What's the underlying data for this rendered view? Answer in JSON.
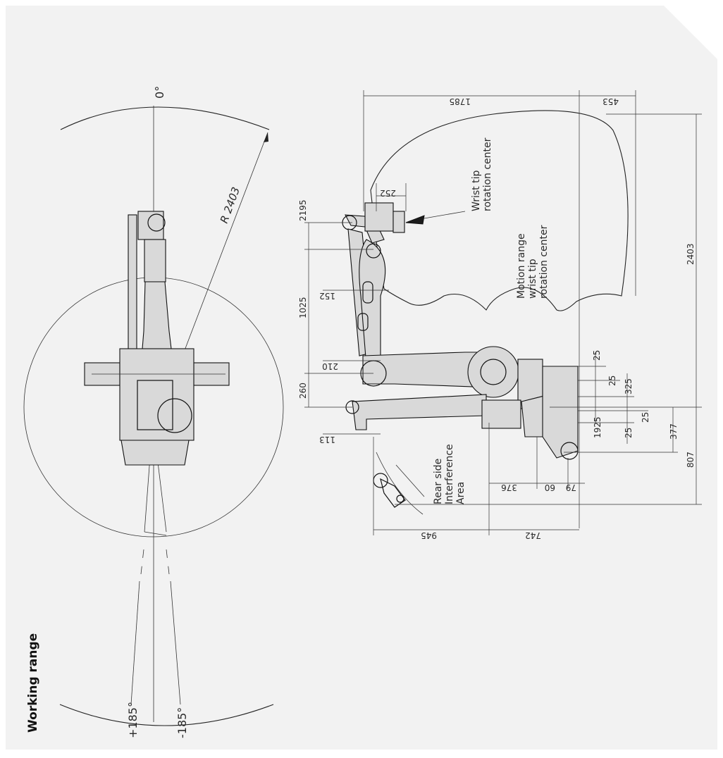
{
  "title": "Working range",
  "top_view": {
    "angle_zero": "0°",
    "angle_plus": "+185°",
    "angle_minus": "-185°",
    "radius_label": "R 2403"
  },
  "side_view": {
    "labels": {
      "wrist_tip": [
        "Wrist tip",
        "rotation center"
      ],
      "motion_range": [
        "Motion range",
        "wrist tip",
        "rotation center"
      ],
      "rear_side": [
        "Rear side",
        "Interference",
        "Area"
      ]
    },
    "dimensions": {
      "d1785": "1785",
      "d453": "453",
      "d2403": "2403",
      "d2195": "2195",
      "d252": "252",
      "d1025": "1025",
      "d152": "152",
      "d210": "210",
      "d260": "260",
      "d113": "113",
      "d25a": "25",
      "d25b": "25",
      "d325": "325",
      "d25c": "25",
      "d25d": "25",
      "d1925": "1925",
      "d377": "377",
      "d807": "807",
      "d376": "376",
      "d60": "60",
      "d79": "79",
      "d945": "945",
      "d742": "742"
    }
  }
}
